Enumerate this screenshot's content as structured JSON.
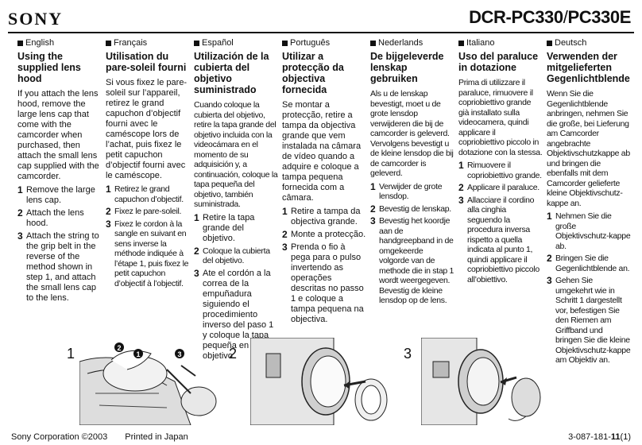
{
  "header": {
    "brand": "SONY",
    "model_a": "DCR-PC330",
    "slash": "/",
    "model_b": "PC330E"
  },
  "columns": [
    {
      "lang": "English",
      "heading": "Using the supplied lens hood",
      "intro": "If you attach the lens hood, remove the large lens cap that come with the camcorder when purchased, then attach the small lens cap supplied with the camcorder.",
      "steps": [
        "Remove the large lens cap.",
        "Attach the lens hood.",
        "Attach the string to the grip belt in the reverse of the method shown in step 1, and attach the small lens cap to the lens."
      ]
    },
    {
      "lang": "Français",
      "heading": "Utilisation du pare-soleil fourni",
      "intro": "Si vous fixez le pare-soleil sur l’appareil, retirez le grand capuchon d’objectif fourni avec le caméscope lors de l’achat, puis fixez le petit capuchon d’objectif fourni avec le caméscope.",
      "steps": [
        "Retirez le grand capuchon d’objectif.",
        "Fixez le pare-soleil.",
        "Fixez le cordon à la sangle en suivant en sens inverse la méthode indiquée à l’étape 1, puis fixez le petit capuchon d’objectif à l’objectif."
      ]
    },
    {
      "lang": "Español",
      "heading": "Utilización de la cubierta del objetivo suministrado",
      "intro": "Cuando coloque la cubierta del objetivo, retire la tapa grande del objetivo incluida con la videocámara en el momento de su adquisición y, a continuación, coloque la tapa pequeña del objetivo, también suministrada.",
      "steps": [
        "Retire la tapa grande del objetivo.",
        "Coloque la cubierta del objetivo.",
        "Ate el cordón a la correa de la empuñadura siguiendo el procedimiento inverso del paso 1 y coloque la tapa pequeña en el objetivo."
      ]
    },
    {
      "lang": "Português",
      "heading": "Utilizar a protecção da objectiva fornecida",
      "intro": "Se montar a protecção, retire a tampa da objectiva grande que vem instalada na câmara de vídeo quando a adquire e coloque a tampa pequena fornecida com a câmara.",
      "steps": [
        "Retire a tampa da objectiva grande.",
        "Monte a protecção.",
        "Prenda o fio à pega para o pulso invertendo as operações descritas no passo 1 e coloque a tampa pequena na objectiva."
      ]
    },
    {
      "lang": "Nederlands",
      "heading": "De bijgeleverde lenskap gebruiken",
      "intro": "Als u de lenskap bevestigt, moet u de grote lensdop verwijderen die bij de camcorder is geleverd. Vervolgens bevestigt u de kleine lensdop die bij de camcorder is geleverd.",
      "steps": [
        "Verwijder de grote lensdop.",
        "Bevestig de lenskap.",
        "Bevestig het koordje aan de handgreepband in de omgekeerde volgorde van de methode die in stap 1 wordt weergegeven. Bevestig de kleine lensdop op de lens."
      ]
    },
    {
      "lang": "Italiano",
      "heading": "Uso del paraluce in dotazione",
      "intro": "Prima di utilizzare il paraluce, rimuovere il copriobiettivo grande già installato sulla videocamera, quindi applicare il copriobiettivo piccolo in dotazione con la stessa.",
      "steps": [
        "Rimuovere il copriobiettivo grande.",
        "Applicare il paraluce.",
        "Allacciare il cordino alla cinghia seguendo la procedura inversa rispetto a quella indicata al punto 1, quindi applicare il copriobiettivo piccolo all’obiettivo."
      ]
    },
    {
      "lang": "Deutsch",
      "heading": "Verwenden der mitgelieferten Gegenlichtblende",
      "intro": "Wenn Sie die Gegenlichtblende anbringen, nehmen Sie die große, bei Lieferung am Camcorder angebrachte Objektivschutzkappe ab und bringen die ebenfalls mit dem Camcorder gelieferte kleine Objektivschutz-kappe an.",
      "steps": [
        "Nehmen Sie die große Objektivschutz-kappe ab.",
        "Bringen Sie die Gegenlichtblende an.",
        "Gehen Sie umgekehrt wie in Schritt 1 dargestellt vor, befestigen Sie den Riemen am Griffband und bringen Sie die kleine Objektivschutz-kappe am Objektiv an."
      ]
    }
  ],
  "figures": {
    "labels": [
      "1",
      "2",
      "3"
    ],
    "badges": [
      "2",
      "1",
      "3"
    ]
  },
  "footer": {
    "corp": "Sony Corporation ©2003",
    "printed": "Printed in Japan",
    "code_a": "3-087-181-",
    "code_b": "11",
    "code_c": "(1)"
  }
}
